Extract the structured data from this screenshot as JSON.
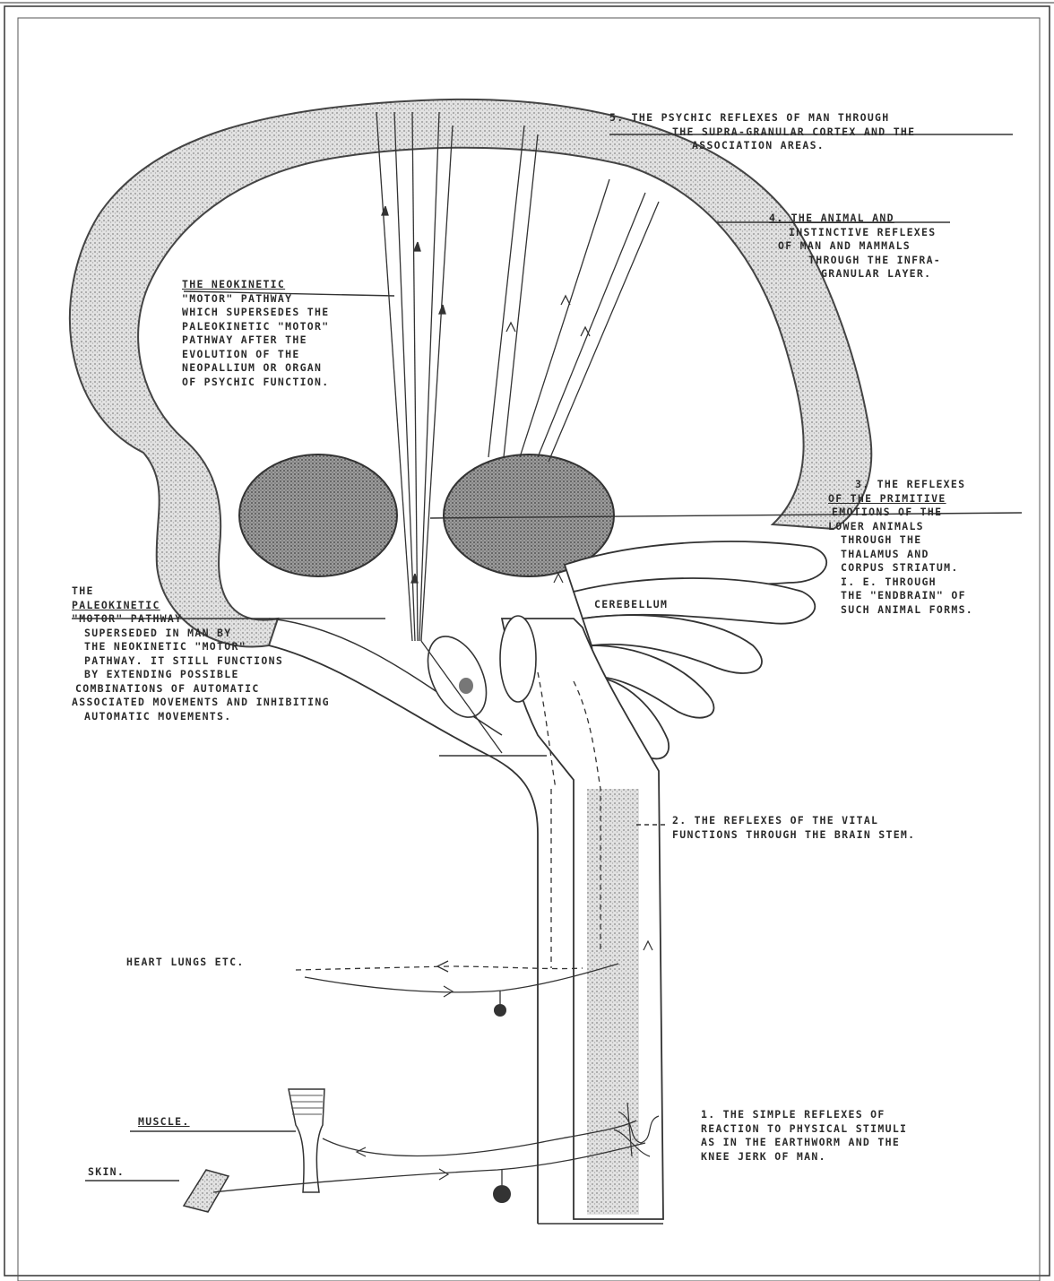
{
  "labels": {
    "psychic": [
      "5. THE PSYCHIC REFLEXES OF MAN THROUGH",
      "THE SUPRA-GRANULAR CORTEX AND THE",
      "ASSOCIATION AREAS."
    ],
    "animal": [
      "4. THE ANIMAL AND",
      "INSTINCTIVE REFLEXES",
      "OF MAN AND MAMMALS",
      "THROUGH THE INFRA-",
      "GRANULAR LAYER."
    ],
    "neokinetic": [
      "THE NEOKINETIC",
      "\"MOTOR\" PATHWAY",
      "WHICH SUPERSEDES THE",
      "PALEOKINETIC \"MOTOR\"",
      "PATHWAY AFTER THE",
      "EVOLUTION OF THE",
      "NEOPALLIUM OR ORGAN",
      "OF PSYCHIC FUNCTION."
    ],
    "primitive": [
      "3. THE REFLEXES",
      "OF THE PRIMITIVE",
      "EMOTIONS OF THE",
      "LOWER ANIMALS",
      "THROUGH THE",
      "THALAMUS AND",
      "CORPUS STRIATUM.",
      "I. E. THROUGH",
      "THE \"ENDBRAIN\" OF",
      "SUCH ANIMAL FORMS."
    ],
    "cerebellum": "CEREBELLUM",
    "paleokinetic": [
      "THE",
      "PALEOKINETIC",
      "\"MOTOR\" PATHWAY",
      "SUPERSEDED IN MAN BY",
      "THE NEOKINETIC \"MOTOR\"",
      "PATHWAY. IT STILL FUNCTIONS",
      "BY EXTENDING POSSIBLE",
      "COMBINATIONS OF AUTOMATIC",
      "ASSOCIATED MOVEMENTS AND INHIBITING",
      "AUTOMATIC MOVEMENTS."
    ],
    "vital": [
      "2. THE REFLEXES OF THE VITAL",
      "FUNCTIONS THROUGH THE BRAIN STEM."
    ],
    "heart": "HEART LUNGS ETC.",
    "muscle": "MUSCLE.",
    "skin": "SKIN.",
    "simple": [
      "1. THE SIMPLE REFLEXES OF",
      "REACTION TO PHYSICAL STIMULI",
      "AS IN THE EARTHWORM AND THE",
      "KNEE JERK OF MAN."
    ]
  },
  "colors": {
    "ink": "#2b2b2b",
    "stipple": "#9a9a9a",
    "nucleus": "#6f6f6f"
  }
}
